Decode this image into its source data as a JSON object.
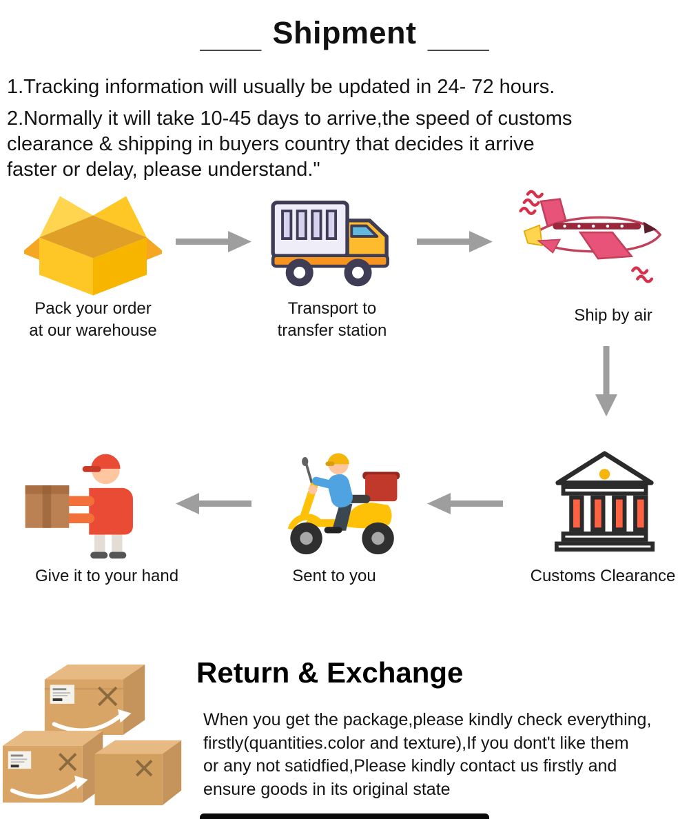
{
  "shipment": {
    "title": "Shipment",
    "note1": "1.Tracking information will usually be updated in 24- 72 hours.",
    "note2": "2.Normally it will take 10-45 days to arrive,the speed of customs\nclearance & shipping in buyers country that decides it arrive\nfaster or delay, please understand.\"",
    "steps": {
      "pack": "Pack your order\nat our warehouse",
      "transport": "Transport to\ntransfer station",
      "ship_by_air": "Ship by air",
      "customs": "Customs Clearance",
      "sent": "Sent to you",
      "hand": "Give it to your hand"
    }
  },
  "returns": {
    "title": "Return & Exchange",
    "body": "When you get the package,please kindly check everything,\nfirstly(quantities.color and texture),If you dont't like them\nor any not satidfied,Please kindly contact us firstly and\n ensure goods in its original state"
  },
  "icons": {
    "row1": [
      "open-box-icon",
      "arrow-right-icon",
      "delivery-truck-icon",
      "arrow-right-icon",
      "airplane-icon"
    ],
    "connector": "arrow-down-icon",
    "row2": [
      "customs-building-icon",
      "arrow-left-icon",
      "scooter-courier-icon",
      "arrow-left-icon",
      "delivery-man-icon"
    ],
    "returns_art": "cardboard-boxes-icon"
  },
  "colors": {
    "arrow_gray": "#9e9e9e",
    "box_yellow": "#ffc726",
    "truck_outline": "#3f3d56",
    "truck_body": "#f7941d",
    "plane_pink": "#e8537a",
    "building_column_red": "#ff6243",
    "accent_red": "#e94b35",
    "cardboard_tan": "#d9a567",
    "heading_black": "#0a0a0a"
  }
}
